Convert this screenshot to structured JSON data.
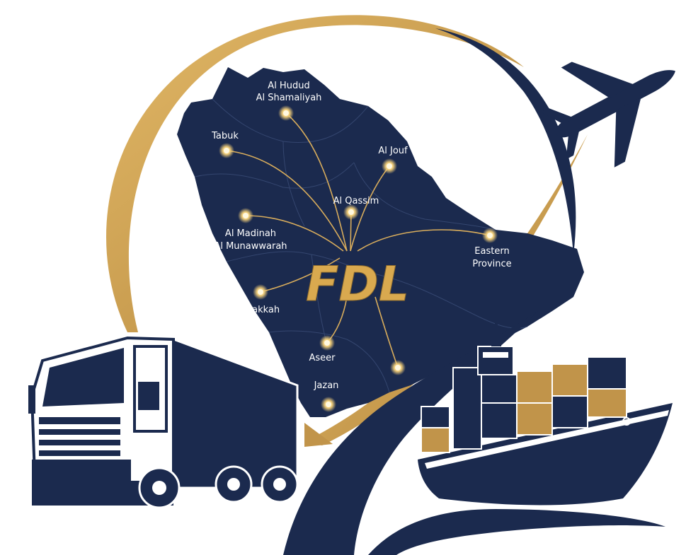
{
  "brand": {
    "name": "FDL"
  },
  "regions": [
    {
      "key": "hudud",
      "line1": "Al Hudud",
      "line2": "Al Shamaliyah"
    },
    {
      "key": "tabuk",
      "line1": "Tabuk",
      "line2": ""
    },
    {
      "key": "jouf",
      "line1": "Al Jouf",
      "line2": ""
    },
    {
      "key": "qassim",
      "line1": "Al Qassim",
      "line2": ""
    },
    {
      "key": "madinah",
      "line1": "Al Madinah",
      "line2": "Al Munawwarah"
    },
    {
      "key": "eastern",
      "line1": "Eastern",
      "line2": "Province"
    },
    {
      "key": "makkah",
      "line1": "Makkah",
      "line2": ""
    },
    {
      "key": "aseer",
      "line1": "Aseer",
      "line2": ""
    },
    {
      "key": "jazan",
      "line1": "Jazan",
      "line2": ""
    }
  ],
  "colors": {
    "navy": "#1b2a4e",
    "gold": "#c1944a",
    "gold_light": "#e3c27a",
    "white": "#ffffff"
  },
  "icons": [
    "airplane-icon",
    "truck-icon",
    "cargo-ship-icon",
    "saudi-map-icon"
  ]
}
